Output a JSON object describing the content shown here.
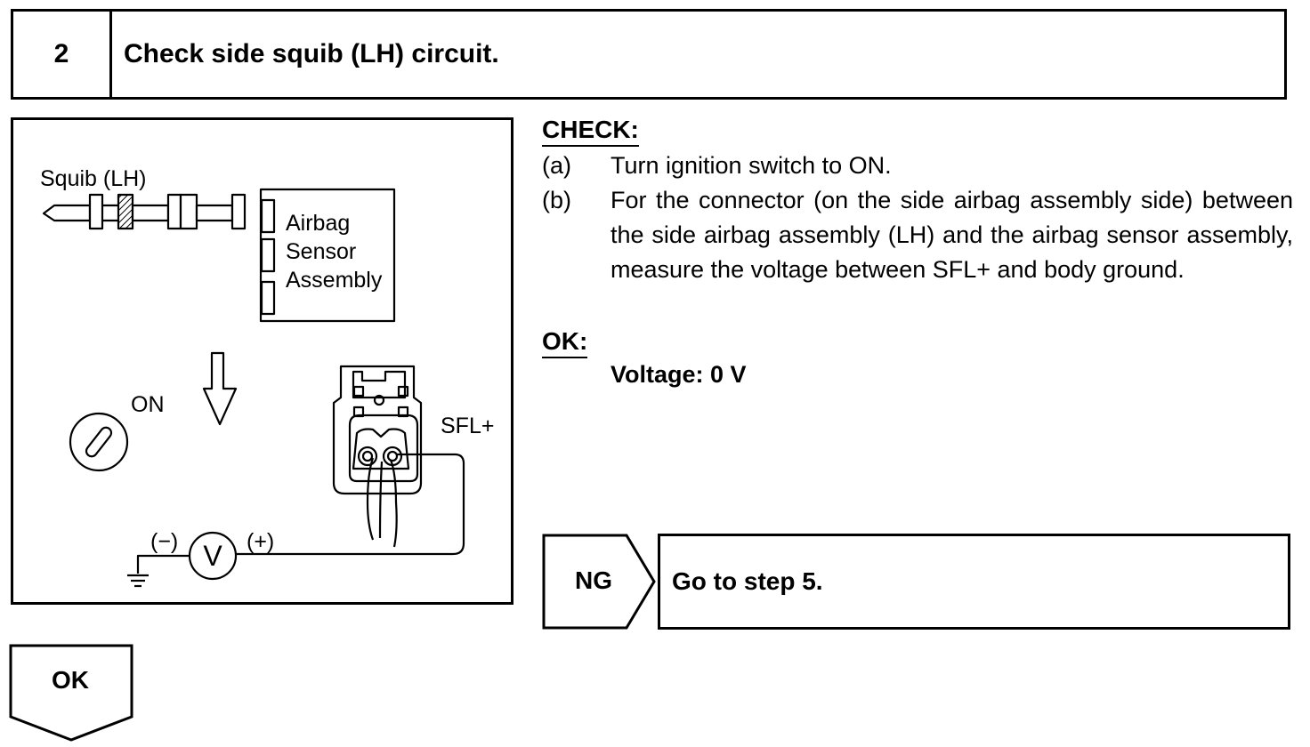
{
  "step": {
    "number": "2",
    "title": "Check side squib (LH) circuit."
  },
  "diagram": {
    "squib_label": "Squib (LH)",
    "sensor_label_line1": "Airbag",
    "sensor_label_line2": "Sensor",
    "sensor_label_line3": "Assembly",
    "ignition_label": "ON",
    "terminal_label": "SFL+",
    "meter_minus_label": "(−)",
    "meter_plus_label": "(+)",
    "meter_symbol": "V"
  },
  "check": {
    "heading": "CHECK:",
    "items": [
      {
        "letter": "(a)",
        "text": "Turn ignition switch to ON."
      },
      {
        "letter": "(b)",
        "text": "For the connector (on the side airbag assembly side) between the side airbag assembly (LH) and the airbag sensor assembly, measure the voltage between SFL+ and body ground."
      }
    ]
  },
  "ok_spec": {
    "heading": "OK:",
    "value": "Voltage: 0 V"
  },
  "ng_branch": {
    "label": "NG",
    "action": "Go to step 5."
  },
  "ok_branch": {
    "label": "OK"
  }
}
